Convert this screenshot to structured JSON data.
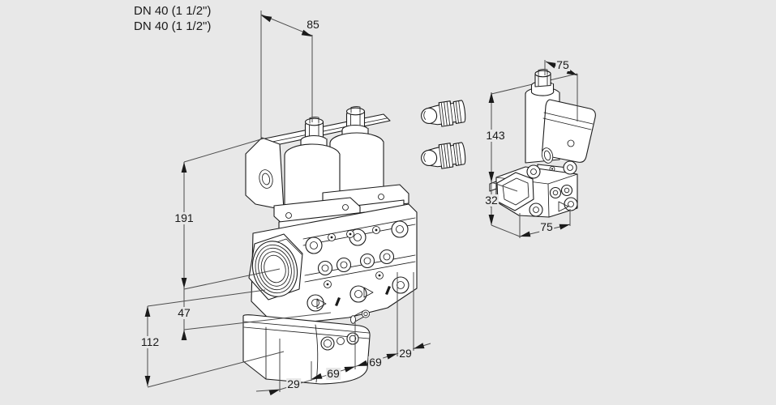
{
  "colors": {
    "background": "#e8e8e8",
    "object_line": "#1c1c1c",
    "dimension_line": "#4d4d4d",
    "text": "#1a1a1a",
    "body_fill": "#ffffff"
  },
  "header": {
    "dn_line_1": "DN 40 (1 1/2\")",
    "dn_line_2": "DN 40 (1 1/2\")"
  },
  "dimensions": {
    "front_view": {
      "coil_spacing": "85",
      "axis_to_top": "191",
      "axis_to_body_bottom": "47",
      "axis_to_unit_bottom": "112",
      "bottom_chain": [
        "29",
        "69",
        "69",
        "29"
      ]
    },
    "side_view": {
      "width_top": "75",
      "top_to_axis": "143",
      "axis_to_bottom": "32",
      "width_bottom": "75"
    }
  }
}
